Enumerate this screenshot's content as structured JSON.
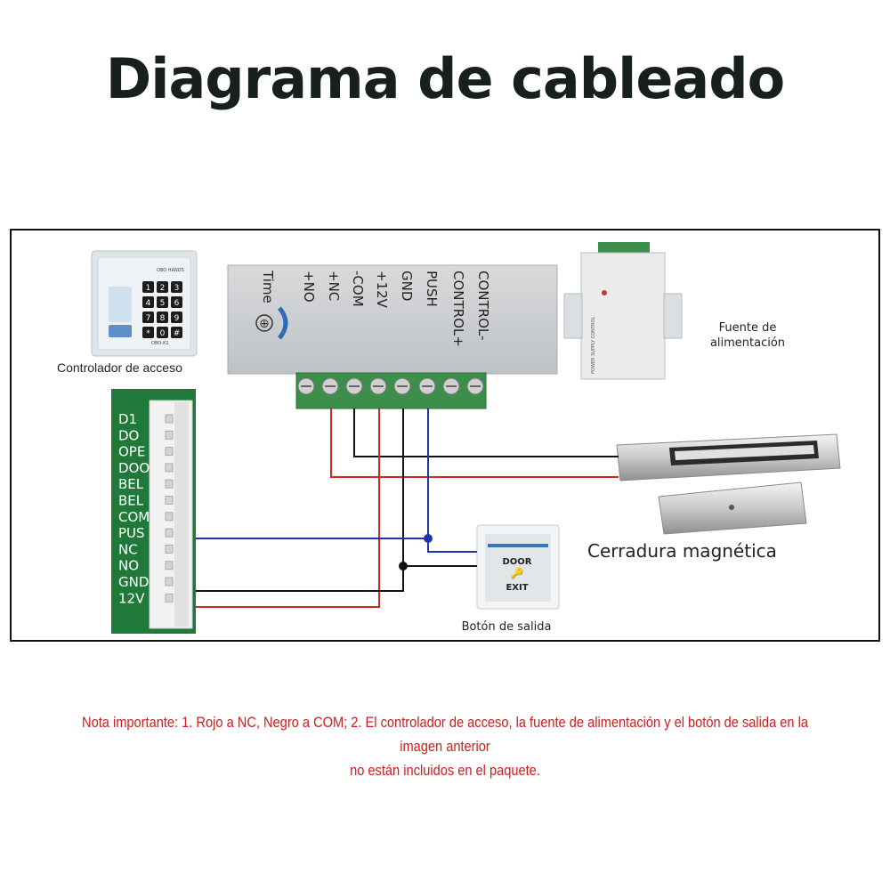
{
  "title": "Diagrama de cableado",
  "labels": {
    "access_controller": "Controlador de acceso",
    "power_supply": "Fuente de\nalimentación",
    "magnetic_lock": "Cerradura magnética",
    "exit_button": "Botón de salida"
  },
  "power_box_terminals": [
    "CONTROL-",
    "CONTROL+",
    "PUSH",
    "GND",
    "+12V",
    "-COM",
    "+NC",
    "+NO",
    "Time"
  ],
  "controller_pins": [
    "D1",
    "DO",
    "OPE",
    "DOO",
    "BEL",
    "BEL",
    "COM",
    "PUS",
    "NC",
    "NO",
    "GND",
    "12V"
  ],
  "keypad_brand": "OBO HANDS",
  "keypad_model": "OBO-K1",
  "keypad_keys": [
    "1",
    "2",
    "3",
    "4",
    "5",
    "6",
    "7",
    "8",
    "9",
    "*",
    "0",
    "#"
  ],
  "exit_button_text": {
    "top": "DOOR",
    "bottom": "EXIT"
  },
  "note": {
    "line1": "Nota importante: 1. Rojo a NC, Negro a COM; 2. El controlador de acceso, la fuente de alimentación y el botón de salida en la imagen anterior",
    "line2": "no están incluidos en el paquete."
  },
  "colors": {
    "red_wire": "#cc2a22",
    "black_wire": "#111111",
    "blue_wire": "#2233aa",
    "pcb_green": "#1f7a3a",
    "terminal_green": "#3b8f4a",
    "note_red": "#c8201c"
  }
}
